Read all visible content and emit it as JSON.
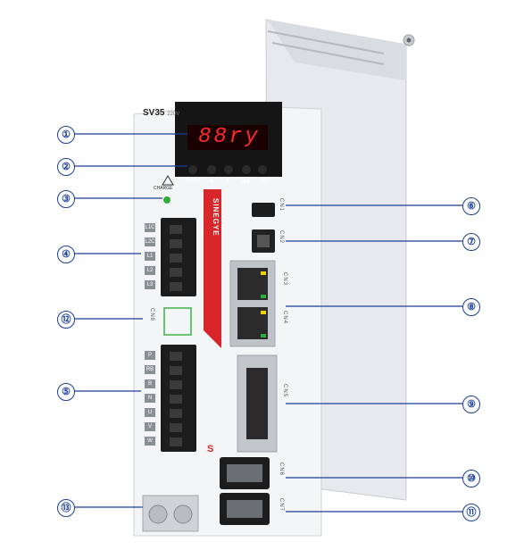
{
  "device": {
    "model": "SV35",
    "voltage": "220V",
    "brand": "SINEGYE",
    "display_text": "88ry",
    "charge_label": "CHARGE"
  },
  "keys": [
    "MODE",
    "▲",
    "▼",
    "◀◀",
    "SET"
  ],
  "power_terminals": [
    "L1C",
    "L2C",
    "L1",
    "L2",
    "L3"
  ],
  "motor_terminals": [
    "P",
    "RB",
    "B",
    "N",
    "U",
    "V",
    "W"
  ],
  "connector_labels": {
    "cn1": "CN1",
    "cn2": "CN2",
    "cn3": "CN3",
    "cn4": "CN4",
    "cn5": "CN5",
    "cn6": "CN6",
    "cn7": "CN7",
    "cn8": "CN8"
  },
  "callouts": [
    "①",
    "②",
    "③",
    "④",
    "⑤",
    "⑥",
    "⑦",
    "⑧",
    "⑨",
    "⑩",
    "⑪",
    "⑫",
    "⑬"
  ],
  "colors": {
    "callout_blue": "#1c3f9a",
    "display_red": "#ff2a2a",
    "brand_red": "#d8262a",
    "led_green": "#2fae3a"
  }
}
